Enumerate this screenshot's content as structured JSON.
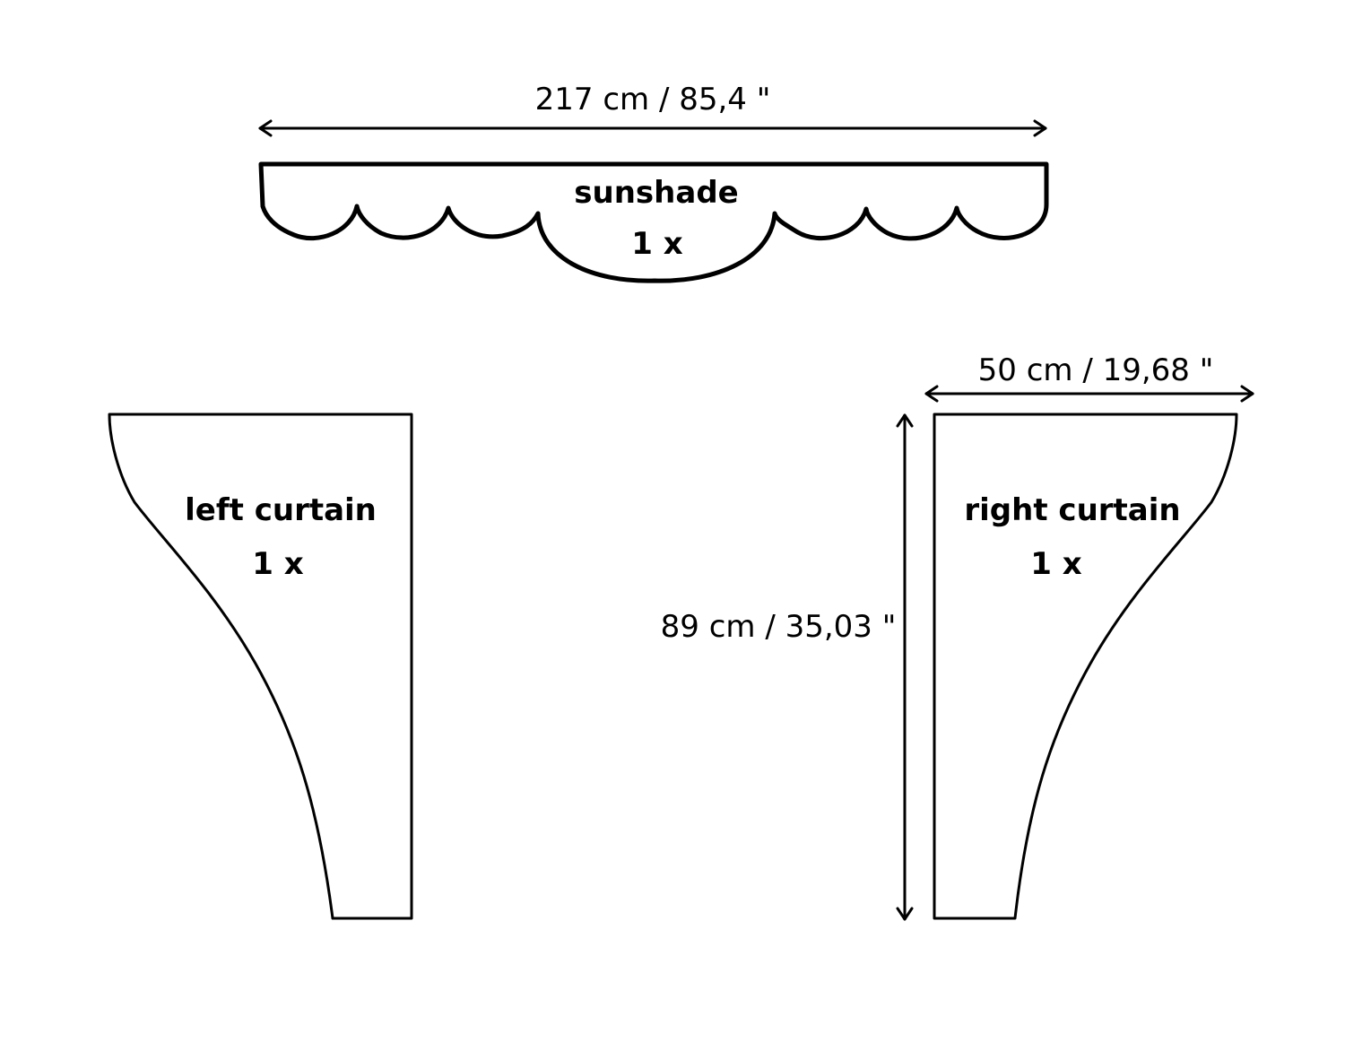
{
  "dimensions": {
    "sunshade_width": "217 cm / 85,4 \"",
    "curtain_width": "50 cm / 19,68 \"",
    "curtain_height": "89 cm / 35,03 \""
  },
  "pieces": {
    "sunshade": {
      "name": "sunshade",
      "quantity": "1 x"
    },
    "left_curtain": {
      "name": "left curtain",
      "quantity": "1 x"
    },
    "right_curtain": {
      "name": "right curtain",
      "quantity": "1 x"
    }
  },
  "colors": {
    "line": "#000000",
    "background": "#ffffff"
  }
}
